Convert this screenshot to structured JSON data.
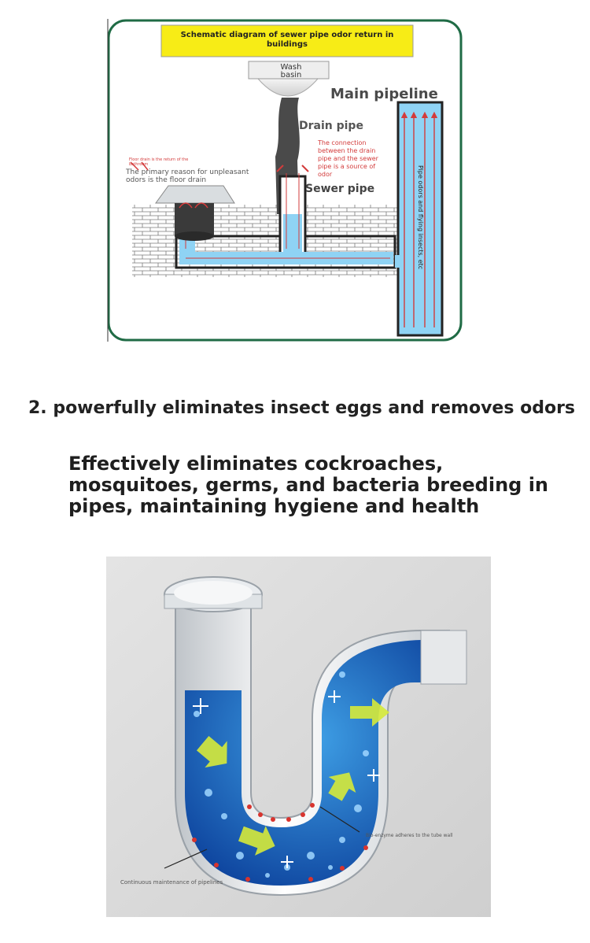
{
  "diagram1": {
    "title": "Schematic diagram of sewer pipe odor return in buildings",
    "title_line1": "Schematic diagram of sewer pipe odor return in",
    "title_line2": "buildings",
    "wash_basin_line1": "Wash",
    "wash_basin_line2": "basin",
    "main_pipeline": "Main pipeline",
    "drain_pipe": "Drain pipe",
    "sewer_pipe": "Sewer pipe",
    "connection_note_lines": [
      "The connection",
      "between the drain",
      "pipe and the sewer",
      "pipe is a source of",
      "odor"
    ],
    "floor_drain_note_lines": [
      "Floor drain is the return of the",
      "bathroom"
    ],
    "primary_reason_lines": [
      "The primary reason for unpleasant",
      "odors is the floor drain"
    ],
    "vertical_label": "Pipe odors and flying insects, etc",
    "colors": {
      "frame": "#1f6b45",
      "title_bg": "#f7ec16",
      "water": "#8fd3f4",
      "arrow": "#d33b3b",
      "brick": "#bdbdbd"
    }
  },
  "heading": "2. powerfully eliminates insect eggs and removes odors",
  "subheading_lines": [
    "Effectively eliminates cockroaches,",
    "mosquitoes, germs, and bacteria breeding in",
    "pipes, maintaining hygiene and health"
  ],
  "diagram2": {
    "bio_enzyme_label": "Bio-enzyme adheres to the tube wall",
    "maintenance_label": "Continuous maintenance of pipelines",
    "colors": {
      "background": "#dcdcdc",
      "water_dark": "#0b3f9a",
      "water_light": "#3fa0e6",
      "arrow": "#d6ea3a",
      "dots": "#d8342e"
    }
  }
}
